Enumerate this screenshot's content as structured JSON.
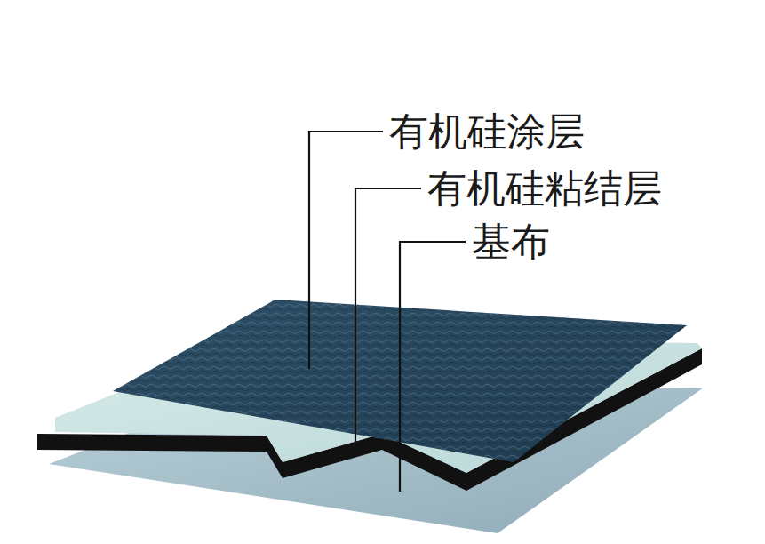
{
  "diagram": {
    "labels": [
      "有机硅涂层",
      "有机硅粘结层",
      "基布"
    ]
  }
}
